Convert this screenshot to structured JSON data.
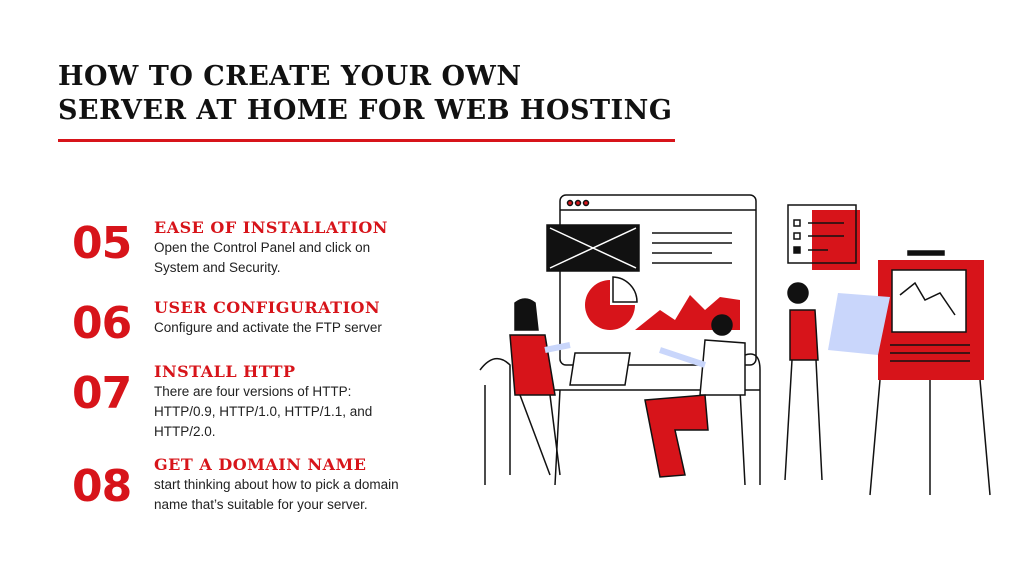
{
  "title": {
    "line1": "HOW TO CREATE YOUR OWN",
    "line2": "SERVER AT HOME FOR WEB HOSTING"
  },
  "steps": [
    {
      "number": "05",
      "heading": "EASE OF INSTALLATION",
      "description": "Open the Control Panel and click on System and Security."
    },
    {
      "number": "06",
      "heading": "USER CONFIGURATION",
      "description": "Configure and activate the FTP server"
    },
    {
      "number": "07",
      "heading": "INSTALL HTTP",
      "description": "There are four versions of HTTP: HTTP/0.9, HTTP/1.0, HTTP/1.1, and HTTP/2.0."
    },
    {
      "number": "08",
      "heading": "GET A DOMAIN NAME",
      "description": "start thinking about how to pick a domain name that’s suitable for your server."
    }
  ],
  "colors": {
    "accent": "#d7141a",
    "text": "#111111",
    "highlight": "#c9d6fb"
  }
}
